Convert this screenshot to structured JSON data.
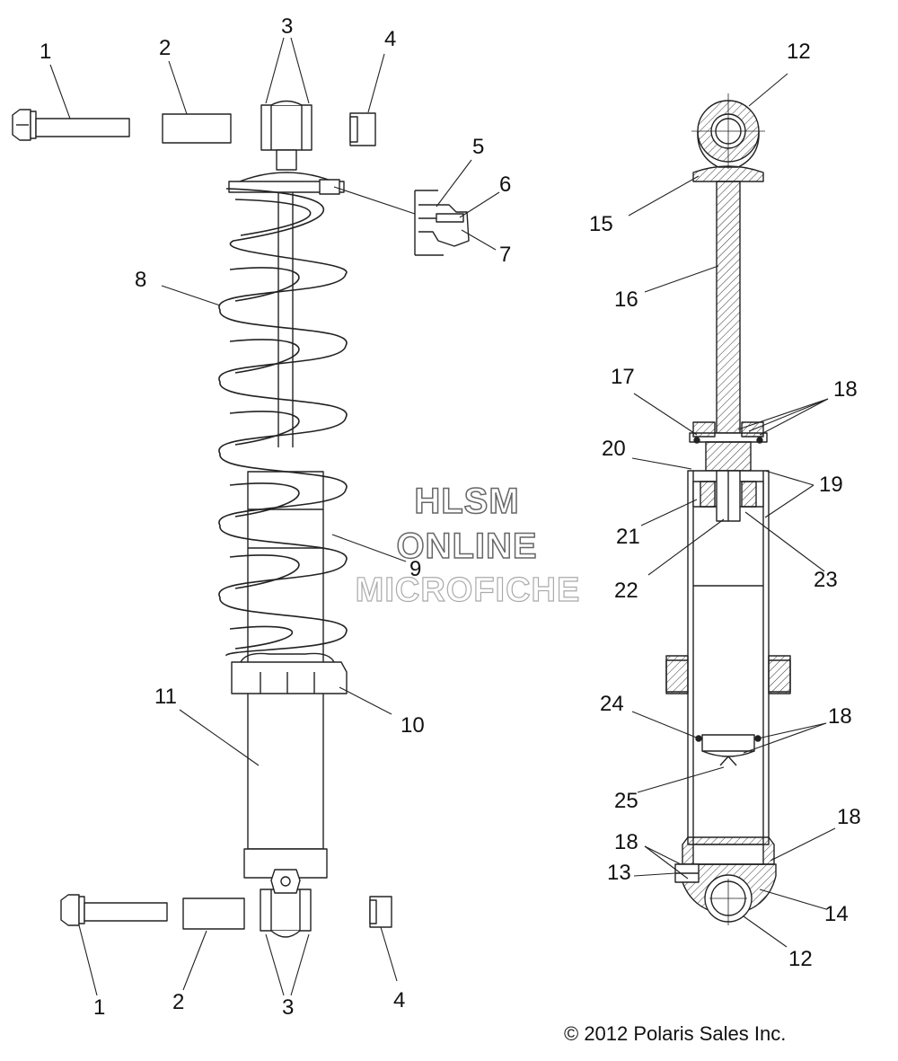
{
  "callouts": {
    "c1_top": "1",
    "c2_top": "2",
    "c3_top": "3",
    "c4_top": "4",
    "c5": "5",
    "c6": "6",
    "c7": "7",
    "c8": "8",
    "c9": "9",
    "c10": "10",
    "c11": "11",
    "c1_bot": "1",
    "c2_bot": "2",
    "c3_bot": "3",
    "c4_bot": "4",
    "c12_top": "12",
    "c15": "15",
    "c16": "16",
    "c17": "17",
    "c18_a": "18",
    "c20": "20",
    "c19": "19",
    "c21": "21",
    "c22": "22",
    "c23": "23",
    "c24": "24",
    "c18_b": "18",
    "c25": "25",
    "c18_c": "18",
    "c18_d": "18",
    "c13": "13",
    "c14": "14",
    "c12_bot": "12"
  },
  "watermark": {
    "line1": "HLSM",
    "line2": "ONLINE",
    "line3": "MICROFICHE"
  },
  "copyright": "© 2012 Polaris Sales Inc."
}
